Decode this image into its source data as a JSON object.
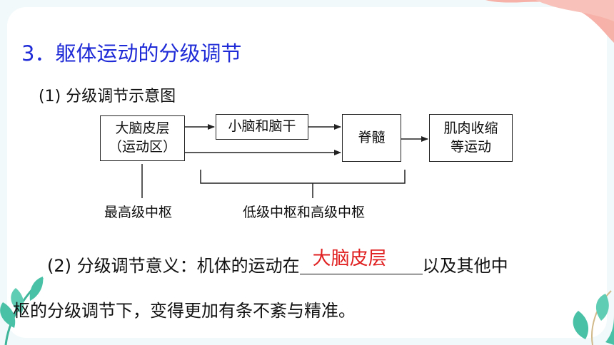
{
  "title": "3．躯体运动的分级调节",
  "subtitle": "(1) 分级调节示意图",
  "diagram": {
    "box_cortex_line1": "大脑皮层",
    "box_cortex_line2": "（运动区）",
    "box_cerebellum": "小脑和脑干",
    "box_spinal": "脊髓",
    "box_muscle_line1": "肌肉收缩",
    "box_muscle_line2": "等运动",
    "label_highest": "最高级中枢",
    "label_lower": "低级中枢和高级中枢"
  },
  "paragraph": {
    "line1_before": "(2) 分级调节意义：机体的运动在",
    "answer": "大脑皮层",
    "line1_after": "以及其他中",
    "line2": "枢的分级调节下，变得更加有条不紊与精准。"
  },
  "colors": {
    "title": "#1f2bd6",
    "answer": "#e02020",
    "background": "#f1f9fa",
    "coral": "#f6a89e",
    "leaf_green": "#48c1a6"
  }
}
